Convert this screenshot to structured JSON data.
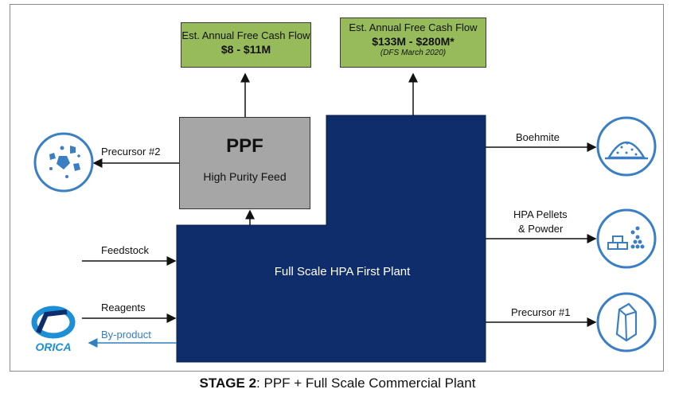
{
  "cashflow_left": {
    "label": "Est. Annual Free Cash Flow",
    "value": "$8 - $11M"
  },
  "cashflow_right": {
    "label": "Est. Annual Free Cash Flow",
    "value": "$133M - $280M*",
    "note": "(DFS March 2020)"
  },
  "ppf": {
    "title": "PPF",
    "subtitle": "High Purity Feed"
  },
  "plant": {
    "label": "Full Scale HPA First Plant"
  },
  "inputs": {
    "feedstock": "Feedstock",
    "reagents": "Reagents",
    "byproduct": "By-product"
  },
  "outputs": {
    "precursor2": "Precursor #2",
    "boehmite": "Boehmite",
    "hpa_line1": "HPA Pellets",
    "hpa_line2": "& Powder",
    "precursor1": "Precursor #1"
  },
  "logo": {
    "text": "ORICA"
  },
  "caption": {
    "bold": "STAGE 2",
    "rest": ": PPF + Full Scale Commercial Plant"
  },
  "colors": {
    "plant": "#0f2d6b",
    "cashflow": "#97bb5a",
    "ppf": "#a6a6a6",
    "icon": "#3a7fc4",
    "byproduct": "#2f7fc1"
  },
  "icons": [
    "gems-cluster-icon",
    "powder-pile-icon",
    "pellets-stack-icon",
    "crystal-icon",
    "orica-logo"
  ]
}
